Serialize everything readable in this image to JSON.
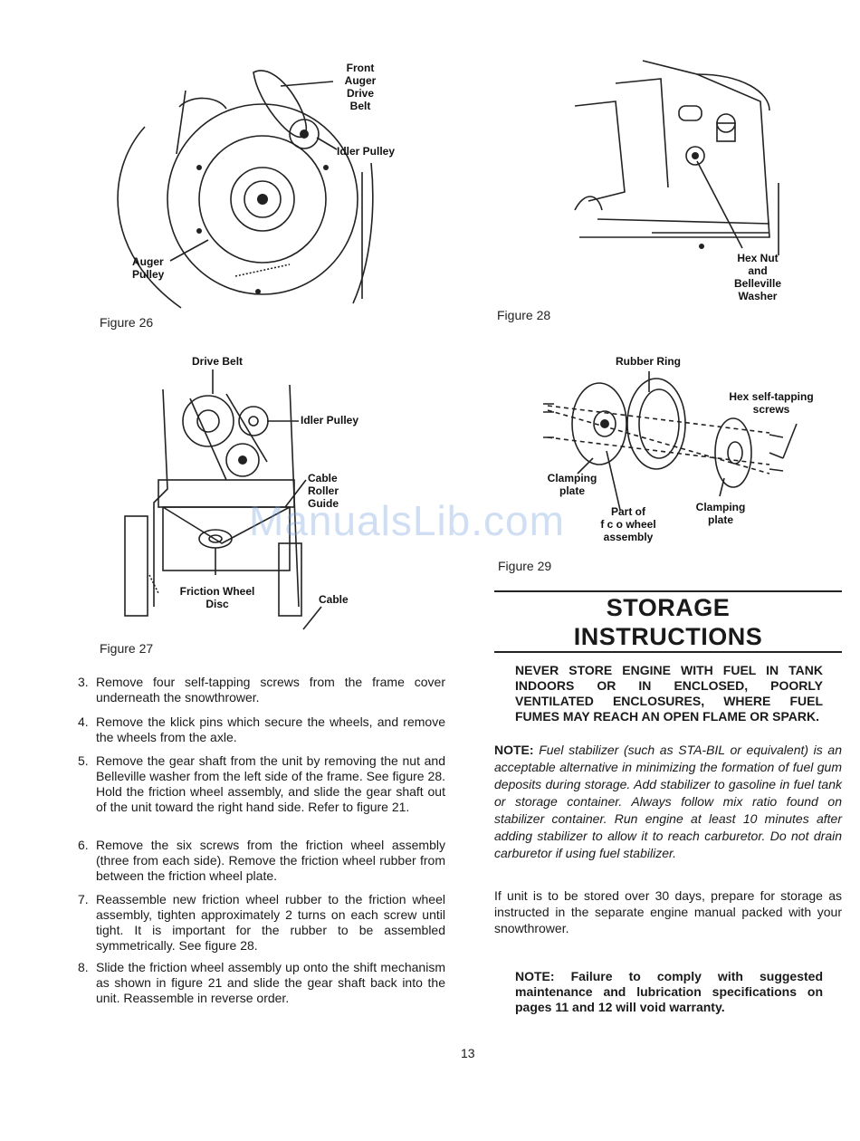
{
  "figures": {
    "fig26": {
      "caption": "Figure 26",
      "labels": {
        "front_auger_drive_belt": [
          "Front",
          "Auger",
          "Drive",
          "Belt"
        ],
        "idler_pulley": "Idler Pulley",
        "auger_pulley": [
          "Auger",
          "Pulley"
        ]
      }
    },
    "fig27": {
      "caption": "Figure 27",
      "labels": {
        "drive_belt": "Drive Belt",
        "idler_pulley": "Idler Pulley",
        "cable_roller_guide": [
          "Cable",
          "Roller",
          "Guide"
        ],
        "friction_wheel_disc": [
          "Friction Wheel",
          "Disc"
        ],
        "cable": "Cable"
      }
    },
    "fig28": {
      "caption": "Figure 28",
      "labels": {
        "hex_nut_belleville_washer": [
          "Hex Nut",
          "and",
          "Belleville",
          "Washer"
        ]
      }
    },
    "fig29": {
      "caption": "Figure 29",
      "labels": {
        "rubber_ring": "Rubber Ring",
        "hex_self_tapping_screws": [
          "Hex self-tapping",
          "screws"
        ],
        "clamping_plate_left": [
          "Clamping",
          "plate"
        ],
        "part_of_wheel_assembly": [
          "Part of",
          "f c o wheel",
          "assembly"
        ],
        "clamping_plate_right": [
          "Clamping",
          "plate"
        ]
      }
    }
  },
  "steps": [
    {
      "num": "3.",
      "text": "Remove four self-tapping screws from the frame cover underneath the snowthrower."
    },
    {
      "num": "4.",
      "text": "Remove the klick pins which secure the wheels, and remove the wheels from the axle."
    },
    {
      "num": "5.",
      "text": "Remove the gear shaft from the unit by removing the nut and Belleville washer from the left side of the frame. See figure 28. Hold the friction wheel assembly, and slide the gear shaft out of the unit toward the right hand side. Refer to figure 21."
    },
    {
      "num": "6.",
      "text": "Remove the six screws from the friction wheel assembly (three from each side). Remove the friction wheel rubber from between the friction wheel plate."
    },
    {
      "num": "7.",
      "text": "Reassemble new friction wheel rubber to the friction wheel assembly, tighten approximately 2 turns on each screw until tight. It is important for the rubber to be assembled symmetrically. See figure 28."
    },
    {
      "num": "8.",
      "text": "Slide the friction wheel assembly up onto the shift mechanism as shown in figure 21 and slide the gear shaft back into the unit. Reassemble in reverse order."
    }
  ],
  "storage": {
    "title_line1": "STORAGE",
    "title_line2": "INSTRUCTIONS",
    "warning": "NEVER STORE ENGINE WITH FUEL IN TANK INDOORS OR IN ENCLOSED, POORLY VENTILATED ENCLOSURES, WHERE FUEL FUMES MAY REACH AN OPEN FLAME OR SPARK.",
    "note_label": "NOTE:",
    "note_text": "Fuel stabilizer (such as STA-BIL or equivalent) is an acceptable alternative in minimizing the formation of fuel gum deposits during storage. Add stabilizer to gasoline in fuel tank or storage container. Always follow mix ratio found on stabilizer container. Run engine at least 10 minutes after adding stabilizer to allow it to reach carburetor. Do not drain carburetor if using fuel stabilizer.",
    "paragraph": "If unit is to be stored over 30 days, prepare for storage as instructed in the separate engine manual packed with your snowthrower.",
    "final_note": "NOTE: Failure to comply with suggested maintenance and lubrication specifications on pages 11 and 12 will void warranty."
  },
  "page_number": "13",
  "watermark": "ManualsLib.com"
}
